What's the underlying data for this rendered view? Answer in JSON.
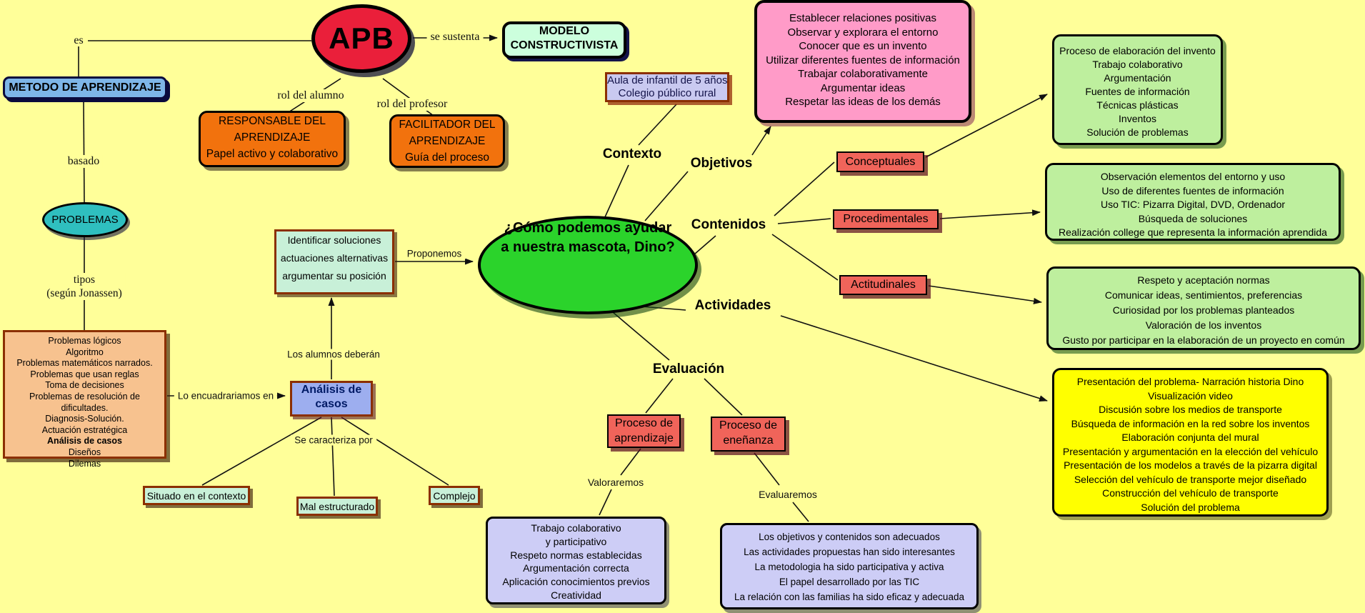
{
  "colors": {
    "background": "#FFFF99",
    "apb_red": "#EA1F3A",
    "metodo_blue": "#7EB6E8",
    "modelo_mint": "#CCFFDD",
    "orange": "#F2720D",
    "teal": "#2FBFBF",
    "peach": "#F7C28F",
    "periwinkle": "#9DAEEF",
    "central_green": "#2BD32B",
    "lavender": "#C9C9F0",
    "pink": "#FF9BC8",
    "red_tag": "#F0645A",
    "light_green": "#BEEF9E",
    "yellow": "#FFFF00",
    "purple": "#CDCDF6",
    "maroon_border": "#8B2F00"
  },
  "nodes": {
    "apb": "APB",
    "metodo": "METODO DE APRENDIZAJE",
    "modelo": [
      "MODELO",
      "CONSTRUCTIVISTA"
    ],
    "responsable": [
      "RESPONSABLE DEL",
      "APRENDIZAJE",
      "Papel activo y colaborativo"
    ],
    "facilitador": [
      "FACILITADOR DEL",
      "APRENDIZAJE",
      "Guía del proceso"
    ],
    "problemas": "PROBLEMAS",
    "tipos_lista": [
      "Problemas lógicos",
      "Algoritmo",
      "Problemas matemáticos narrados.",
      "Problemas que usan reglas",
      "Toma de decisiones",
      "Problemas de resolución de dificultades.",
      "Diagnosis-Solución.",
      "Actuación estratégica",
      {
        "text": "Análisis de casos",
        "bold": true
      },
      "Diseños",
      "Dilemas"
    ],
    "analisis": [
      "Análisis de",
      "casos"
    ],
    "identificar": [
      "Identificar soluciones",
      "actuaciones alternativas",
      "argumentar su posición"
    ],
    "central": [
      "¿Cómo podemos ayudar",
      "a nuestra mascota, Dino?"
    ],
    "situado": "Situado en el contexto",
    "mal_estructurado": "Mal estructurado",
    "complejo": "Complejo",
    "aula": [
      "Aula de infantil de 5 años",
      "Colegio público rural"
    ],
    "objetivos_lista": [
      "Establecer relaciones positivas",
      "Observar y explorara el entorno",
      "Conocer que es un invento",
      "Utilizar diferentes fuentes de información",
      "Trabajar colaborativamente",
      "Argumentar ideas",
      "Respetar las ideas de los demás"
    ],
    "conceptuales": "Conceptuales",
    "procedimentales": "Procedimentales",
    "actitudinales": "Actitudinales",
    "conceptuales_lista": [
      "Proceso de elaboración del invento",
      "Trabajo colaborativo",
      "Argumentación",
      "Fuentes de información",
      "Técnicas plásticas",
      "Inventos",
      "Solución de problemas"
    ],
    "procedimentales_lista": [
      "Observación elementos del entorno y uso",
      "Uso de diferentes fuentes de información",
      "Uso TIC: Pizarra Digital, DVD, Ordenador",
      "Búsqueda de soluciones",
      "Realización college que representa la información aprendida"
    ],
    "actitudinales_lista": [
      "Respeto y aceptación normas",
      "Comunicar ideas, sentimientos, preferencias",
      "Curiosidad por los problemas planteados",
      "Valoración de los inventos",
      "Gusto por participar  en la elaboración de un proyecto en común"
    ],
    "actividades_lista": [
      "Presentación del problema- Narración historia Dino",
      "Visualización video",
      "Discusión sobre los medios de transporte",
      "Búsqueda de información en la red sobre los inventos",
      "Elaboración conjunta del mural",
      "Presentación y argumentación en la elección del vehículo",
      "Presentación de los modelos a través de la pizarra digital",
      "Selección del vehículo de transporte mejor diseñado",
      "Construcción del vehículo de transporte",
      "Solución del problema"
    ],
    "proceso_aprendizaje": [
      "Proceso de",
      "aprendizaje"
    ],
    "proceso_ensenanza": [
      "Proceso de",
      "eneñanza"
    ],
    "valoraremos_lista": [
      "Trabajo colaborativo",
      "y participativo",
      "Respeto normas establecidas",
      "Argumentación correcta",
      "Aplicación conocimientos previos",
      "Creatividad"
    ],
    "evaluaremos_lista": [
      "Los objetivos y contenidos son adecuados",
      "Las actividades propuestas han sido interesantes",
      "La metodologia ha sido participativa y activa",
      "El papel desarrollado por las TIC",
      "La relación con las familias ha sido eficaz y adecuada"
    ]
  },
  "links": {
    "es": "es",
    "se_sustenta": "se sustenta",
    "rol_alumno": "rol del alumno",
    "rol_profesor": "rol del profesor",
    "basado": "basado",
    "tipos": [
      "tipos",
      "(según Jonassen)"
    ],
    "lo_encuadrariamos": "Lo encuadrariamos en",
    "alumnos_deberan": "Los alumnos deberán",
    "proponemos": "Proponemos",
    "se_caracteriza": "Se caracteriza por",
    "contexto": "Contexto",
    "objetivos": "Objetivos",
    "contenidos": "Contenidos",
    "actividades": "Actividades",
    "evaluacion": "Evaluación",
    "valoraremos": "Valoraremos",
    "evaluaremos": "Evaluaremos"
  }
}
